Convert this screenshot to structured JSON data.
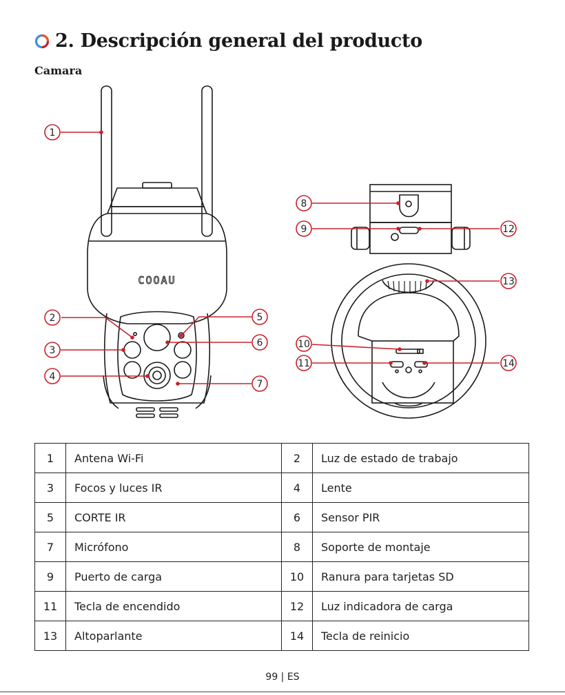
{
  "section": {
    "title": "2. Descripción general del producto",
    "subtitle": "Camara"
  },
  "diagram": {
    "brand_text": "COOAU",
    "callouts": [
      "1",
      "2",
      "3",
      "4",
      "5",
      "6",
      "7",
      "8",
      "9",
      "10",
      "11",
      "12",
      "13",
      "14"
    ]
  },
  "parts": [
    {
      "num": "1",
      "label": "Antena Wi-Fi"
    },
    {
      "num": "2",
      "label": "Luz de estado de trabajo"
    },
    {
      "num": "3",
      "label": "Focos y luces IR"
    },
    {
      "num": "4",
      "label": "Lente"
    },
    {
      "num": "5",
      "label": "CORTE IR"
    },
    {
      "num": "6",
      "label": "Sensor PIR"
    },
    {
      "num": "7",
      "label": "Micrófono"
    },
    {
      "num": "8",
      "label": "Soporte de montaje"
    },
    {
      "num": "9",
      "label": "Puerto de carga"
    },
    {
      "num": "10",
      "label": "Ranura para tarjetas SD"
    },
    {
      "num": "11",
      "label": "Tecla de encendido"
    },
    {
      "num": "12",
      "label": "Luz indicadora de carga"
    },
    {
      "num": "13",
      "label": "Altoparlante"
    },
    {
      "num": "14",
      "label": "Tecla de reinicio"
    }
  ],
  "footer": {
    "page": "99 | ES"
  },
  "colors": {
    "accent_red": "#c8202a",
    "accent_orange": "#e7552b",
    "icon_blue": "#3a8fd8",
    "line": "#1a1a1a"
  }
}
